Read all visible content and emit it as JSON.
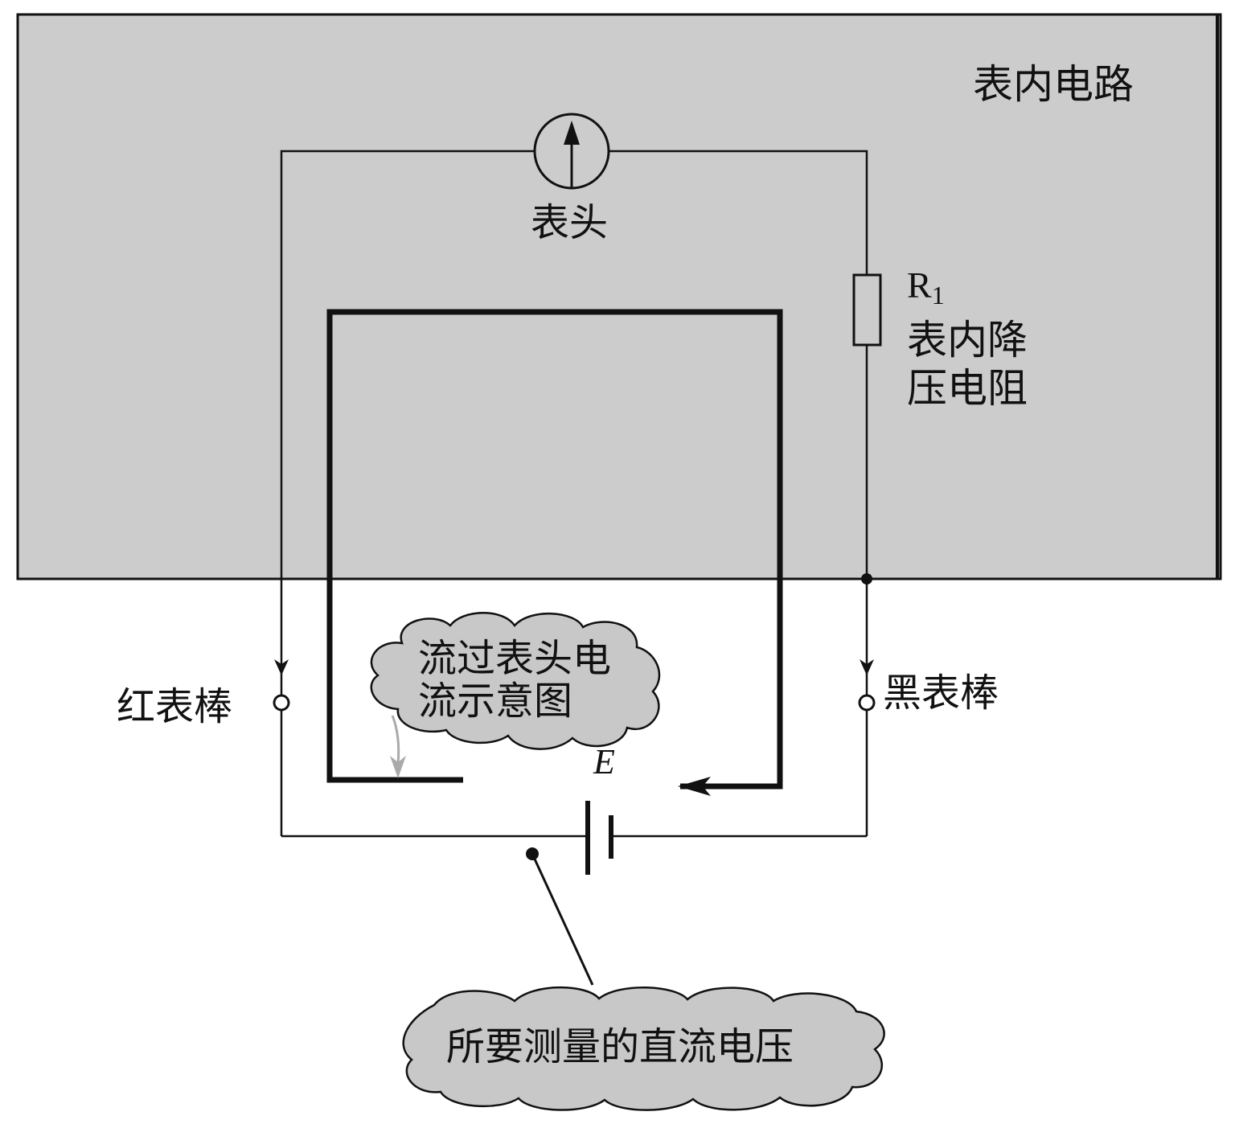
{
  "labels": {
    "inner_circuit": "表内电路",
    "meter_head": "表头",
    "resistor_name": "R",
    "resistor_sub": "1",
    "resistor_desc_line1": "表内降",
    "resistor_desc_line2": "压电阻",
    "red_probe": "红表棒",
    "black_probe": "黑表棒",
    "current_note_line1": "流过表头电",
    "current_note_line2": "流示意图",
    "emf": "E",
    "measured_voltage": "所要测量的直流电压"
  },
  "colors": {
    "panel_fill": "#cccccc",
    "cloud_fill": "#c8c8c8",
    "line": "#111111",
    "pointer_gray": "#aaaaaa"
  }
}
